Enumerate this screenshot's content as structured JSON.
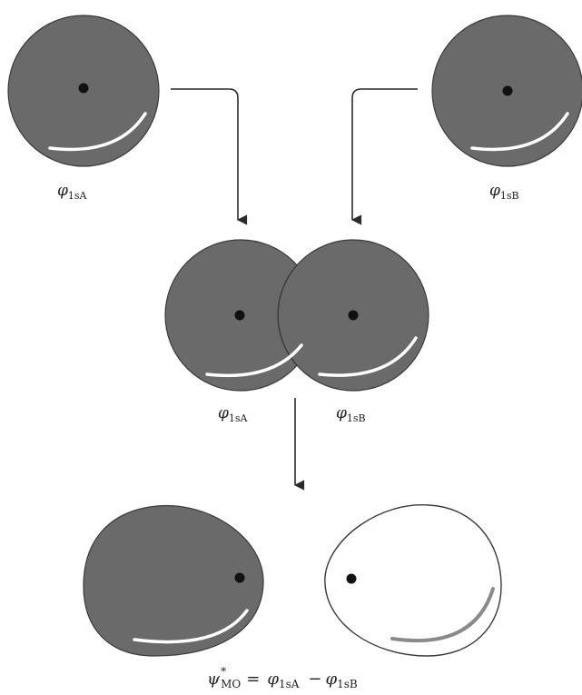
{
  "colors": {
    "orbital_fill": "#6a6a6a",
    "orbital_stroke": "#3a3a3a",
    "nucleus": "#111111",
    "highlight": "#ffffff",
    "arrow": "#2a2a2a",
    "negative_lobe_fill": "#ffffff",
    "negative_lobe_highlight": "#8a8a8a"
  },
  "labels": {
    "top_left": {
      "symbol": "φ",
      "subscript": "1sA"
    },
    "top_right": {
      "symbol": "φ",
      "subscript": "1sB"
    },
    "middle_left": {
      "symbol": "φ",
      "subscript": "1sA"
    },
    "middle_right": {
      "symbol": "φ",
      "subscript": "1sB"
    },
    "equation": {
      "lhs_symbol": "ψ",
      "lhs_sup": "*",
      "lhs_sub": "MO",
      "equals": "=",
      "term1_symbol": "φ",
      "term1_sub": "1sA",
      "minus": "−",
      "term2_symbol": "φ",
      "term2_sub": "1sB"
    }
  }
}
